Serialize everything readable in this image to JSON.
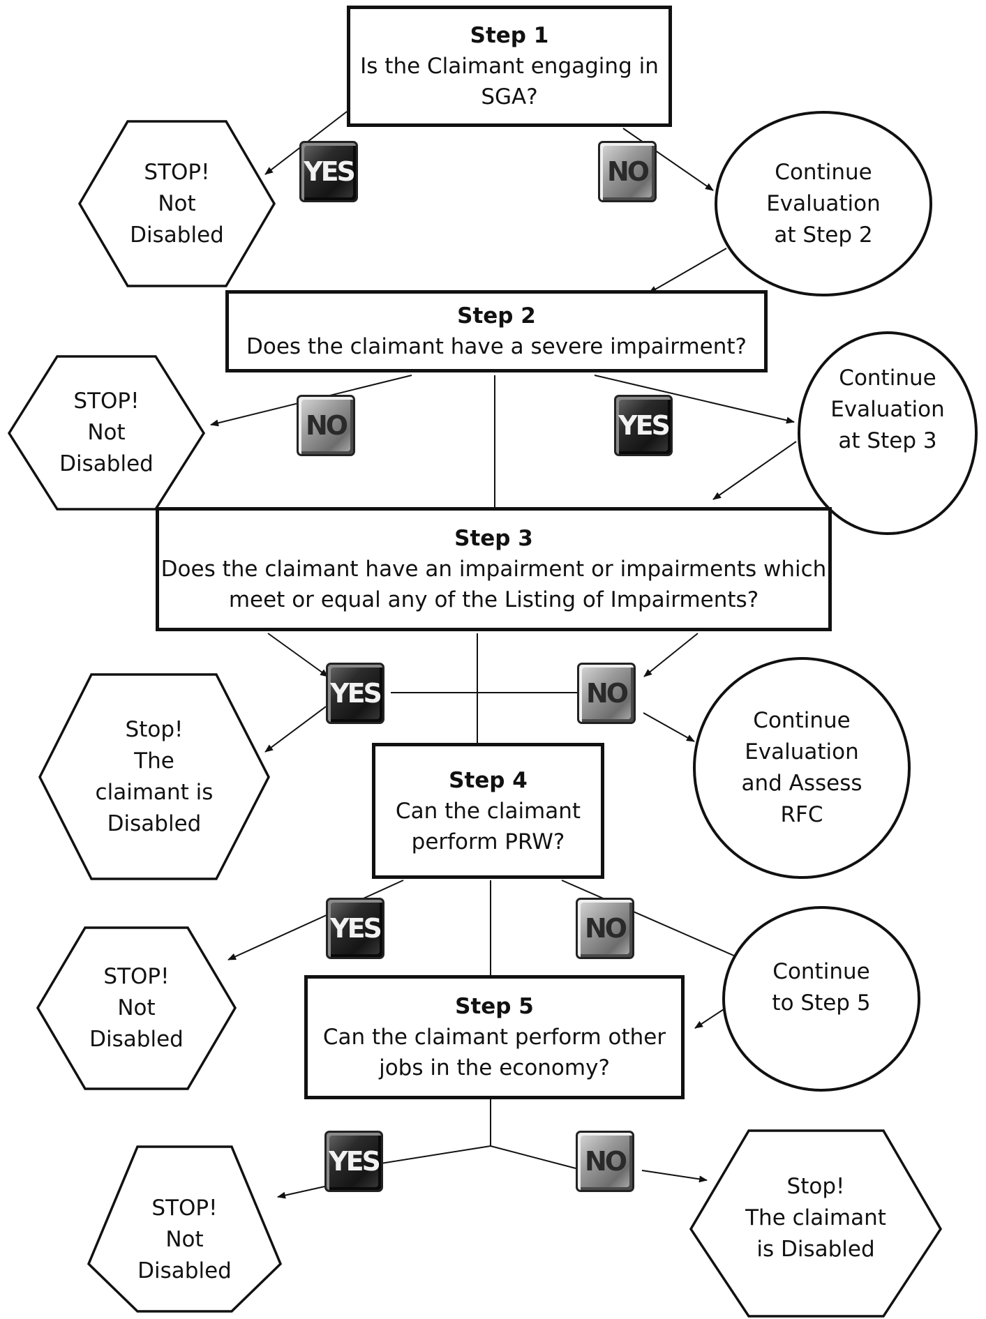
{
  "steps": [
    {
      "title": "Step 1",
      "lines": [
        "Is the Claimant engaging in",
        "SGA?"
      ]
    },
    {
      "title": "Step 2",
      "lines": [
        "Does the claimant have a severe impairment?"
      ]
    },
    {
      "title": "Step 3",
      "lines": [
        "Does the claimant have an impairment or impairments which",
        "meet or equal any of the Listing of Impairments?"
      ]
    },
    {
      "title": "Step 4",
      "lines": [
        "Can the claimant",
        "perform PRW?"
      ]
    },
    {
      "title": "Step 5",
      "lines": [
        "Can the claimant perform other",
        "jobs in the economy?"
      ]
    }
  ],
  "continues": [
    {
      "lines": [
        "Continue",
        "Evaluation",
        "at Step 2"
      ]
    },
    {
      "lines": [
        "Continue",
        "Evaluation",
        "at Step 3"
      ]
    },
    {
      "lines": [
        "Continue",
        "Evaluation",
        "and Assess",
        "RFC"
      ]
    },
    {
      "lines": [
        "Continue",
        "to Step 5"
      ]
    }
  ],
  "stops": [
    {
      "lines": [
        "STOP!",
        "Not",
        "Disabled"
      ]
    },
    {
      "lines": [
        "STOP!",
        "Not",
        "Disabled"
      ]
    },
    {
      "lines": [
        "Stop!",
        "The",
        "claimant is",
        "Disabled"
      ]
    },
    {
      "lines": [
        "STOP!",
        "Not",
        "Disabled"
      ]
    },
    {
      "lines": [
        "STOP!",
        "Not",
        "Disabled"
      ]
    },
    {
      "lines": [
        "Stop!",
        "The claimant",
        "is Disabled"
      ]
    }
  ],
  "keys": {
    "yes": "YES",
    "no": "NO"
  }
}
